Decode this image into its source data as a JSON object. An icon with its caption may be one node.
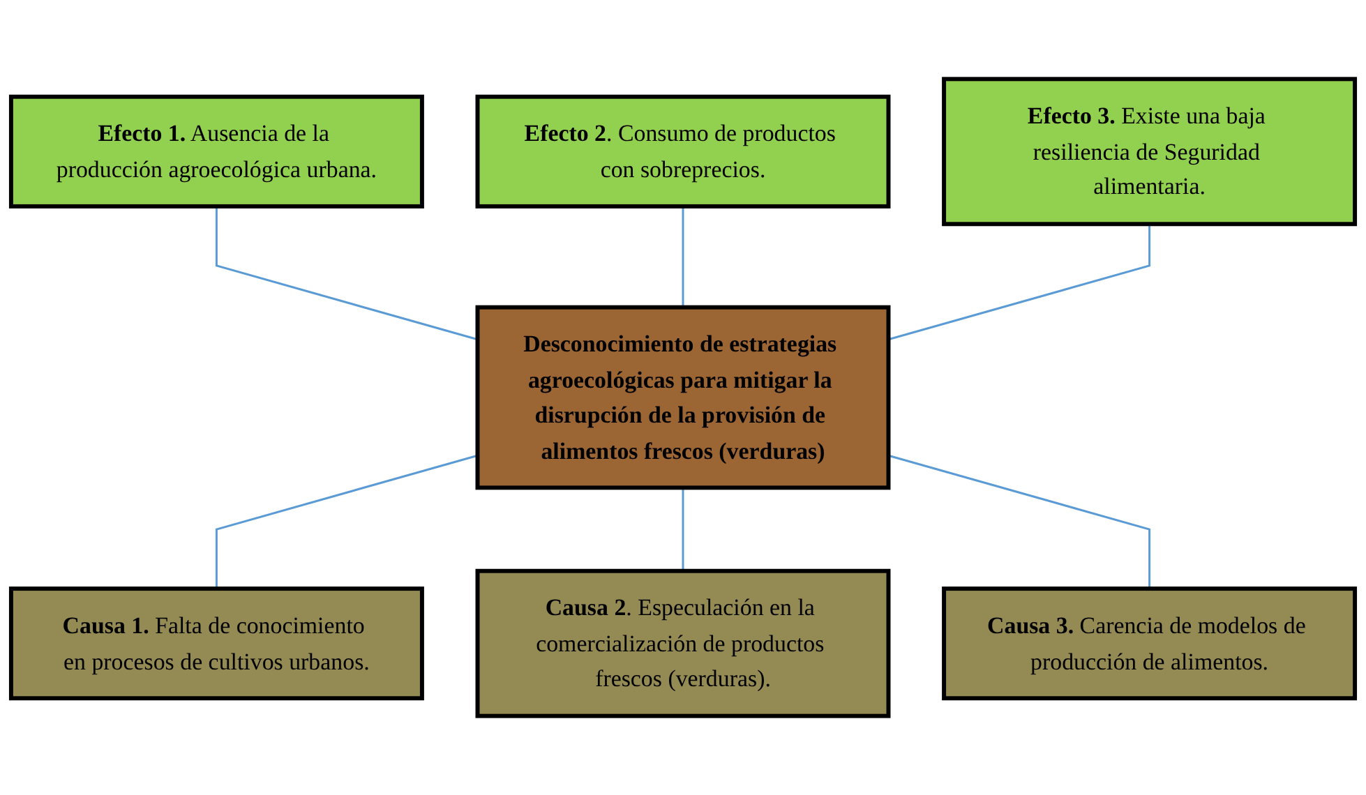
{
  "diagram": {
    "nodes": [
      {
        "text": [
          "**Efecto 1.** Ausencia de la producción agroecológica urbana."
        ]
      },
      {
        "text": [
          "**Efecto 2**. Consumo de productos con sobreprecios."
        ]
      },
      {
        "text": [
          "**Efecto 3.** Existe una baja resiliencia de Seguridad alimentaria."
        ]
      },
      {
        "text": [
          "Desconocimiento de estrategias agroecológicas para mitigar la disrupción de la provisión de alimentos frescos (verduras)"
        ]
      },
      {
        "text": [
          "**Causa 1.** Falta de conocimiento en procesos de cultivos urbanos."
        ]
      },
      {
        "text": [
          "**Causa 2**. Especulación en la comercialización de productos frescos (verduras)."
        ]
      },
      {
        "text": [
          "**Causa 3.** Carencia de modelos de producción de alimentos."
        ]
      }
    ],
    "edges": [
      {
        "from": 0,
        "to": 3,
        "arrow": "none"
      },
      {
        "from": 1,
        "to": 3,
        "arrow": "none"
      },
      {
        "from": 2,
        "to": 3,
        "arrow": "none"
      },
      {
        "from": 3,
        "to": 4,
        "arrow": "none"
      },
      {
        "from": 3,
        "to": 5,
        "arrow": "none"
      },
      {
        "from": 3,
        "to": 6,
        "arrow": "none"
      }
    ]
  }
}
